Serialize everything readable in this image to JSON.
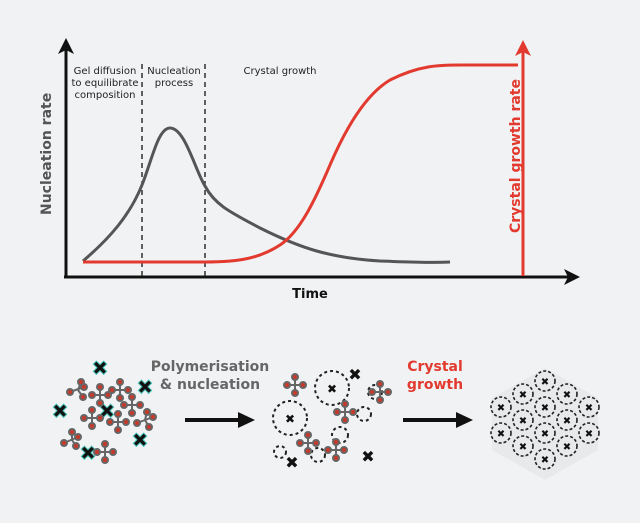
{
  "chart_data": {
    "type": "line",
    "title": "",
    "xlabel": "Time",
    "ylabel": "Nucleation rate",
    "y2label": "Crystal growth rate",
    "phases": [
      "Gel diffusion to equilibrate composition",
      "Nucleation process",
      "Crystal growth"
    ],
    "series": [
      {
        "name": "Nucleation rate",
        "color": "#555555",
        "x": [
          0,
          10,
          17,
          20,
          25,
          35,
          45,
          60,
          80,
          100
        ],
        "values": [
          0,
          30,
          55,
          100,
          60,
          30,
          15,
          6,
          2,
          0
        ]
      },
      {
        "name": "Crystal growth rate",
        "color": "#e23a2e",
        "x": [
          0,
          10,
          20,
          30,
          40,
          50,
          60,
          70,
          80,
          100
        ],
        "values": [
          0,
          0,
          0,
          1,
          8,
          35,
          75,
          95,
          100,
          100
        ]
      }
    ],
    "grid": false
  },
  "labels": {
    "phase1": "Gel diffusion to equilibrate composition",
    "phase1_l1": "Gel diffusion",
    "phase1_l2": "to equilibrate",
    "phase1_l3": "composition",
    "phase2_l1": "Nucleation",
    "phase2_l2": "process",
    "phase3": "Crystal growth",
    "y_left": "Nucleation rate",
    "y_right": "Crystal growth rate",
    "x_axis": "Time"
  },
  "steps": {
    "step1_l1": "Polymerisation",
    "step1_l2": "& nucleation",
    "step2_l1": "Crystal",
    "step2_l2": "growth"
  },
  "colors": {
    "red": "#e23a2e",
    "gray": "#555555",
    "teal": "#4cc4b8",
    "black": "#111111"
  }
}
